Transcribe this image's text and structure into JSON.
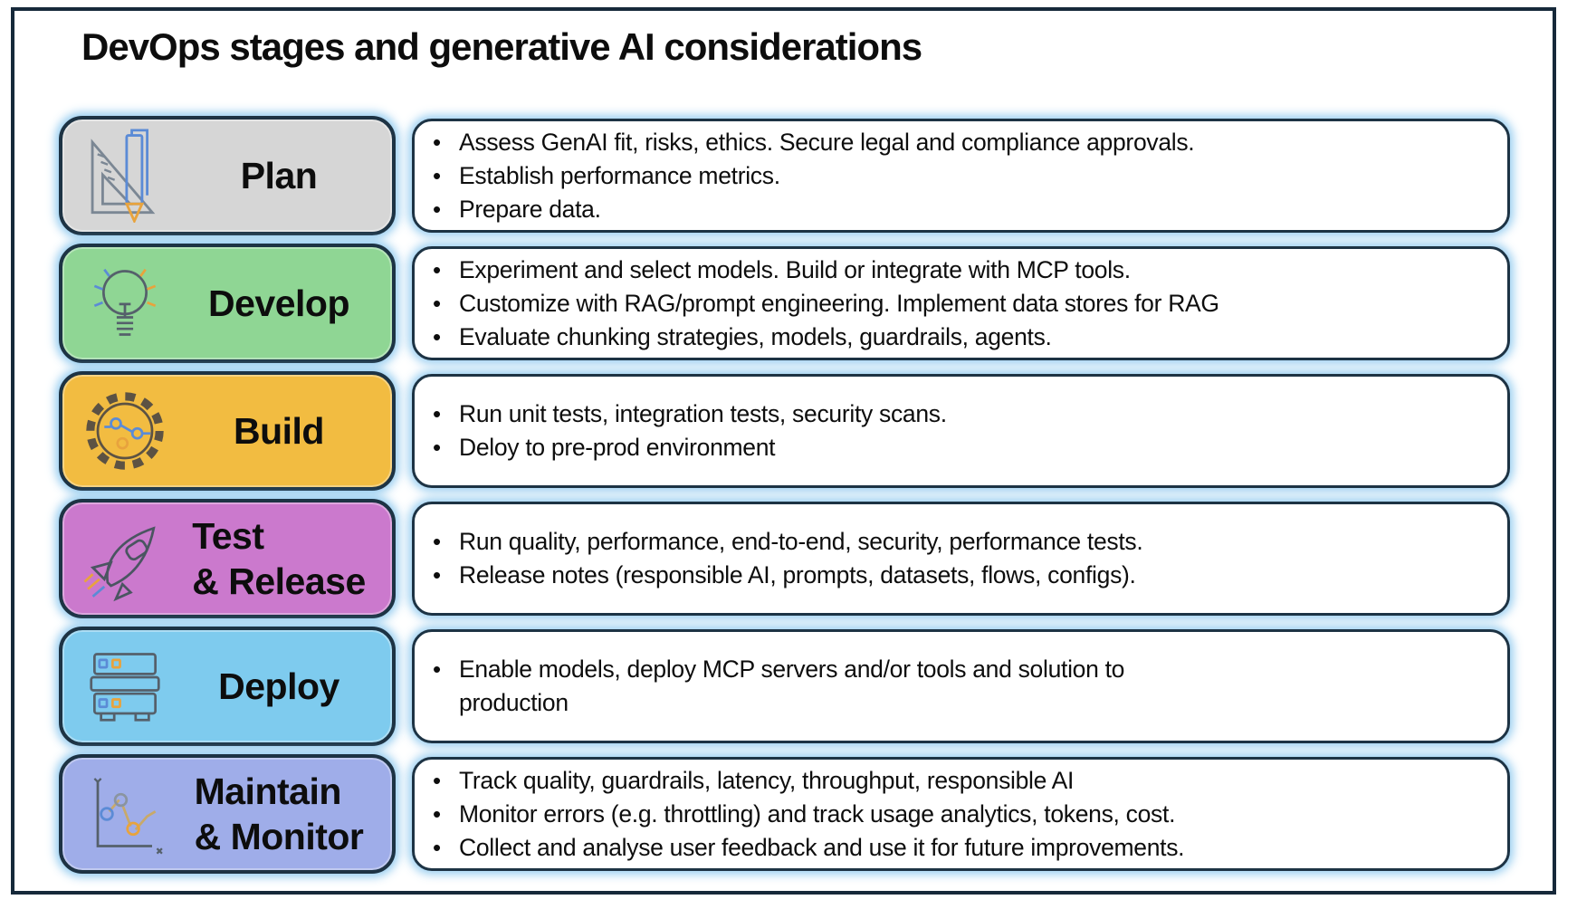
{
  "title": "DevOps stages and generative AI considerations",
  "frame_border_color": "#16293A",
  "panel_border_color": "#1D3344",
  "glow_color": "#BEE3F7",
  "icon_accent_blue": "#4F82CC",
  "icon_accent_orange": "#E8A33D",
  "stages": [
    {
      "label": "Plan",
      "icon": "ruler-pencil-icon",
      "color": "#D6D6D6",
      "bullets": [
        "Assess GenAI fit, risks, ethics. Secure legal and compliance approvals.",
        "Establish performance metrics.",
        "Prepare data."
      ]
    },
    {
      "label": "Develop",
      "icon": "lightbulb-icon",
      "color": "#8FD694",
      "bullets": [
        "Experiment and select models. Build or integrate with MCP tools.",
        "Customize with RAG/prompt engineering. Implement data stores for RAG",
        "Evaluate chunking strategies, models, guardrails, agents."
      ]
    },
    {
      "label": "Build",
      "icon": "gear-circuit-icon",
      "color": "#F2BC41",
      "bullets": [
        "Run unit tests, integration tests, security scans.",
        "Deloy to pre-prod environment"
      ]
    },
    {
      "label": "Test\n& Release",
      "icon": "rocket-icon",
      "color": "#CB79CD",
      "bullets": [
        "Run quality, performance, end-to-end, security, performance tests.",
        "Release notes (responsible AI, prompts, datasets, flows, configs)."
      ]
    },
    {
      "label": "Deploy",
      "icon": "server-stack-icon",
      "color": "#7ECBEE",
      "bullets": [
        "Enable models, deploy MCP servers and/or tools and solution to\nproduction"
      ]
    },
    {
      "label": "Maintain\n& Monitor",
      "icon": "line-chart-icon",
      "color": "#9FADE9",
      "bullets": [
        "Track quality, guardrails, latency, throughput, responsible AI",
        "Monitor errors (e.g. throttling) and track usage analytics, tokens, cost.",
        "Collect and analyse user feedback and use it for future improvements."
      ]
    }
  ]
}
